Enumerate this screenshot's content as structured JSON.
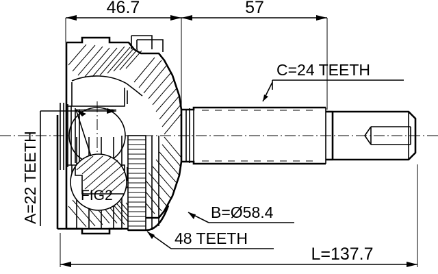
{
  "drawing": {
    "title": "CV Joint Outer Kit Dimensional Drawing",
    "background_color": "#ffffff",
    "line_color": "#000000"
  },
  "dimensions": {
    "top_left": {
      "label": "46.7",
      "name": "outer-joint-body-length"
    },
    "top_right": {
      "label": "57",
      "name": "stub-shaft-spline-length"
    },
    "bottom_total": {
      "label": "L=137.7",
      "name": "overall-length"
    }
  },
  "callouts": {
    "inner_spline": {
      "label": "A=22 TEETH",
      "name": "inner-spline-teeth"
    },
    "outer_spline": {
      "label": "C=24 TEETH",
      "name": "outer-spline-teeth"
    },
    "boot_diameter": {
      "label": "B=Ø58.4",
      "name": "boot-seat-diameter"
    },
    "abs_ring": {
      "label": "48 TEETH",
      "name": "abs-ring-teeth"
    },
    "detail_bubble": {
      "label": "FIG2",
      "name": "detail-view-fig2"
    }
  }
}
